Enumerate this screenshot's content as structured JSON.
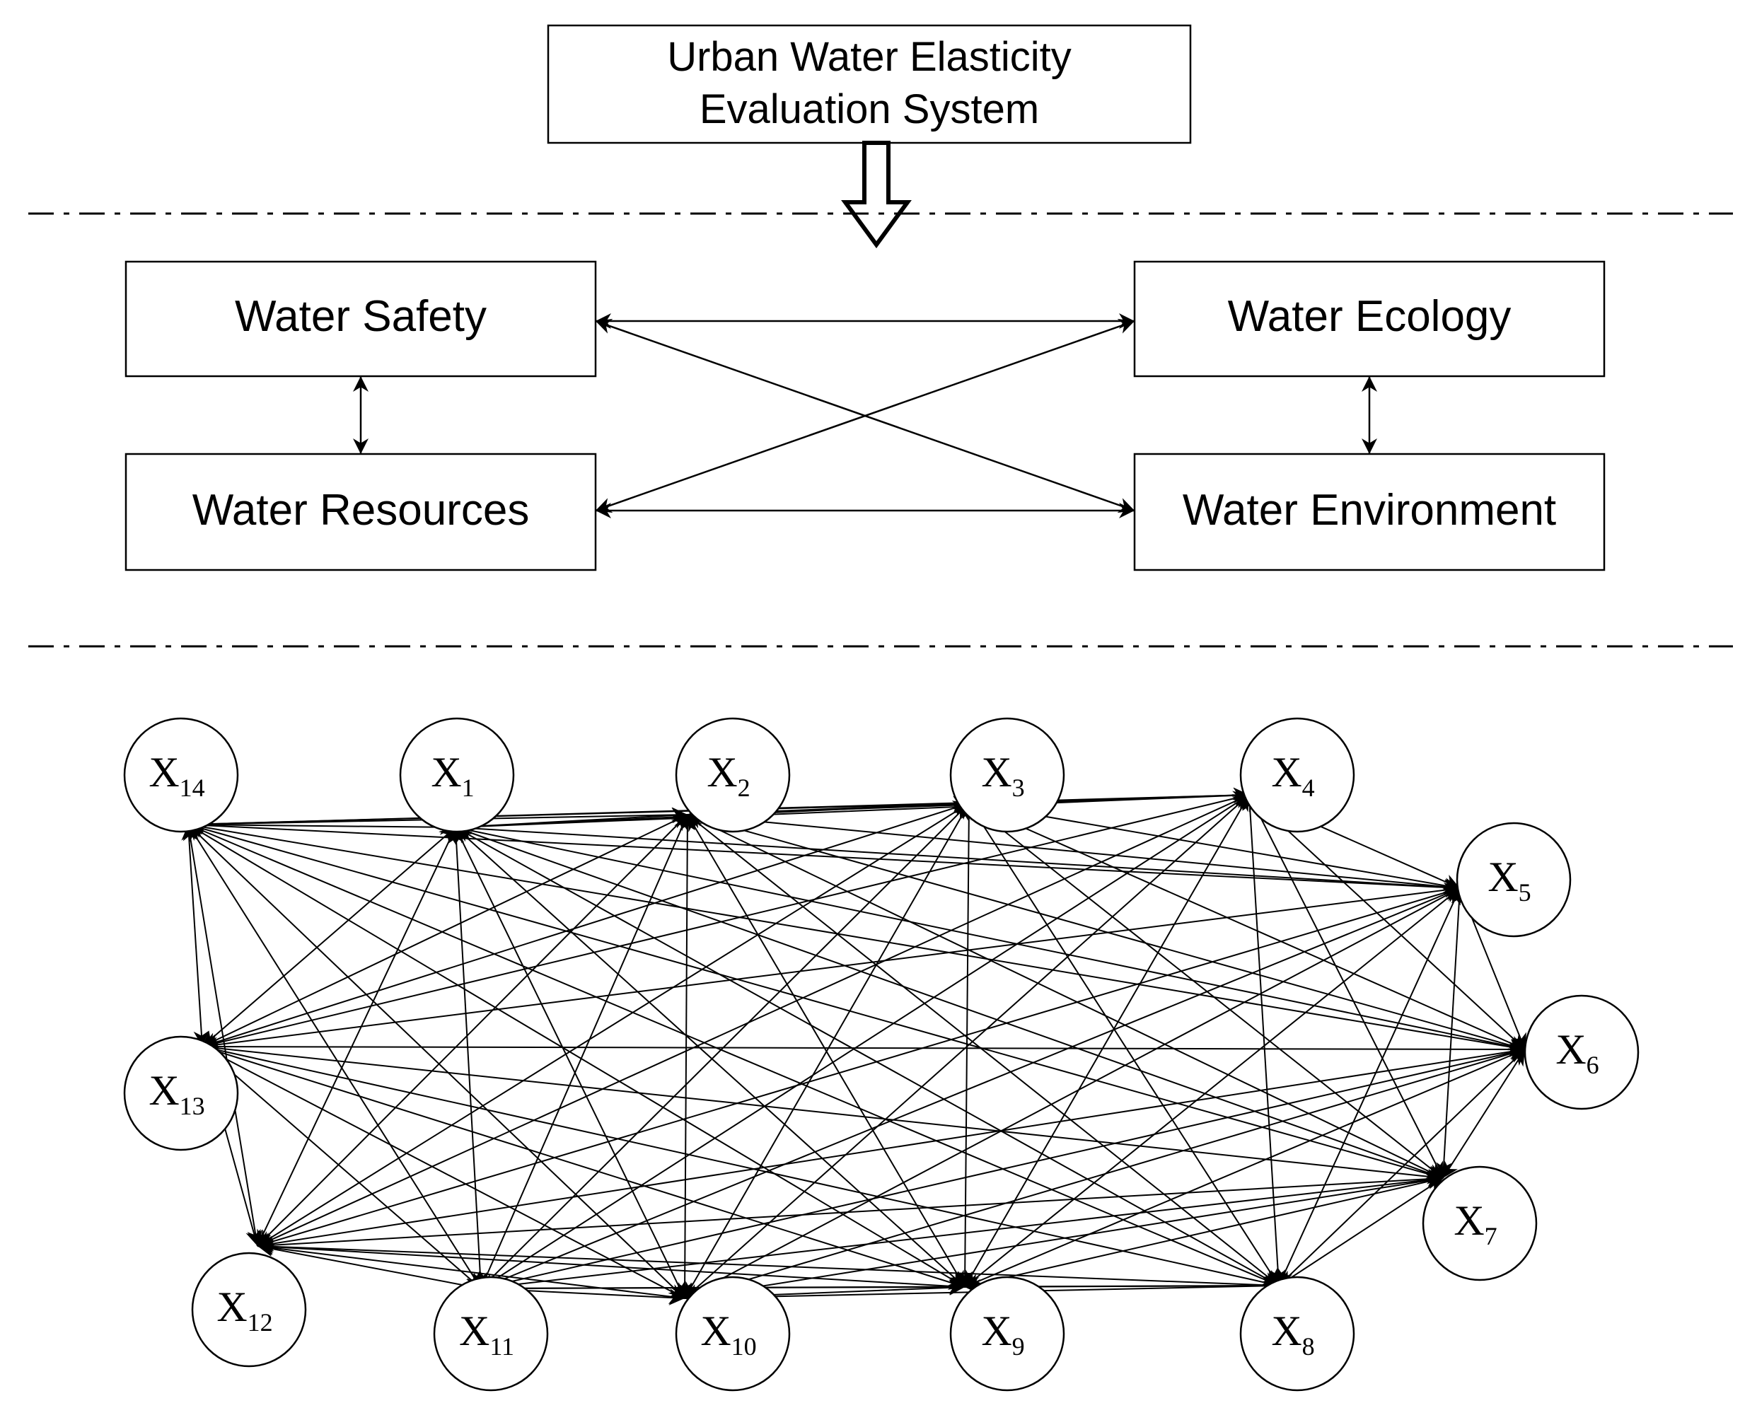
{
  "title": {
    "line1": "Urban Water Elasticity",
    "line2": "Evaluation System"
  },
  "subsystems": {
    "safety": "Water Safety",
    "ecology": "Water Ecology",
    "resources": "Water Resources",
    "environment": "Water Environment"
  },
  "indicators": [
    {
      "id": "x1",
      "base": "X",
      "sub": "1"
    },
    {
      "id": "x2",
      "base": "X",
      "sub": "2"
    },
    {
      "id": "x3",
      "base": "X",
      "sub": "3"
    },
    {
      "id": "x4",
      "base": "X",
      "sub": "4"
    },
    {
      "id": "x5",
      "base": "X",
      "sub": "5"
    },
    {
      "id": "x6",
      "base": "X",
      "sub": "6"
    },
    {
      "id": "x7",
      "base": "X",
      "sub": "7"
    },
    {
      "id": "x8",
      "base": "X",
      "sub": "8"
    },
    {
      "id": "x9",
      "base": "X",
      "sub": "9"
    },
    {
      "id": "x10",
      "base": "X",
      "sub": "10"
    },
    {
      "id": "x11",
      "base": "X",
      "sub": "11"
    },
    {
      "id": "x12",
      "base": "X",
      "sub": "12"
    },
    {
      "id": "x13",
      "base": "X",
      "sub": "13"
    },
    {
      "id": "x14",
      "base": "X",
      "sub": "14"
    }
  ],
  "colors": {
    "stroke": "#000000",
    "background": "#ffffff"
  }
}
